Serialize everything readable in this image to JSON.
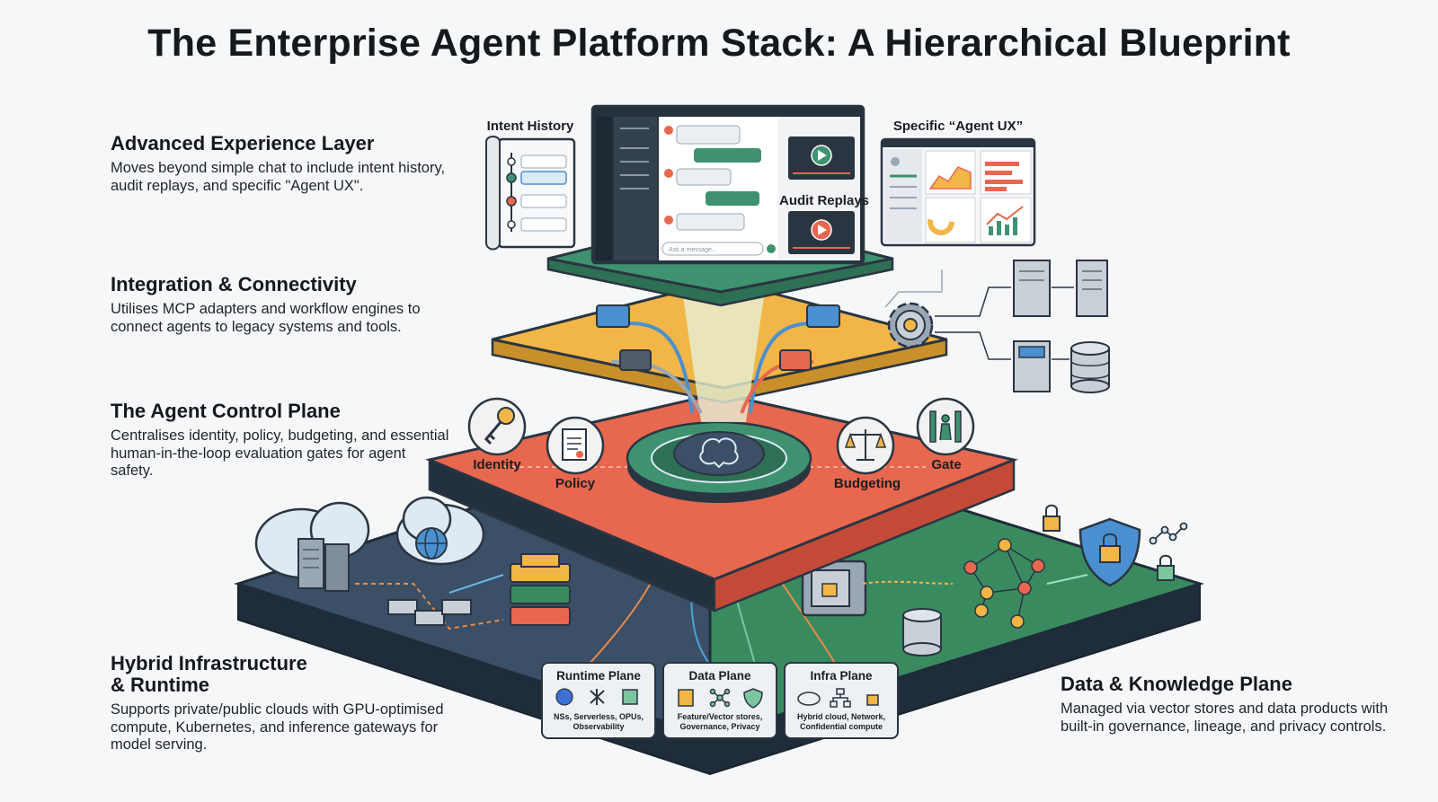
{
  "title": "The Enterprise Agent Platform Stack: A Hierarchical Blueprint",
  "layers": {
    "experience": {
      "heading": "Advanced Experience Layer",
      "description": "Moves beyond simple chat to include intent history, audit replays, and specific \"Agent UX\"."
    },
    "integration": {
      "heading": "Integration & Connectivity",
      "description": "Utilises MCP adapters and workflow engines to connect agents to legacy systems and tools."
    },
    "control": {
      "heading": "The Agent Control Plane",
      "description": "Centralises identity, policy, budgeting, and essential human-in-the-loop evaluation gates for agent safety."
    },
    "infrastructure": {
      "heading_line1": "Hybrid Infrastructure",
      "heading_line2": "& Runtime",
      "description": "Supports private/public clouds with GPU-optimised compute, Kubernetes, and inference gateways for model serving."
    },
    "data": {
      "heading": "Data & Knowledge Plane",
      "description": "Managed via vector stores and data products with built-in governance, lineage, and privacy controls."
    }
  },
  "experience_labels": {
    "intent_history": "Intent History",
    "audit_replays": "Audit Replays",
    "agent_ux": "Specific “Agent UX”",
    "chat_input_placeholder": "Ask a message..."
  },
  "control_labels": {
    "identity": "Identity",
    "policy": "Policy",
    "budgeting": "Budgeting",
    "gate": "Gate"
  },
  "planes": [
    {
      "title": "Runtime Plane",
      "line1": "NSs, Serverless, OPUs,",
      "line2": "Observability",
      "icons": [
        "kubernetes-icon",
        "flow-icon",
        "chip-icon"
      ]
    },
    {
      "title": "Data Plane",
      "line1": "Feature/Vector stores,",
      "line2": "Governance, Privacy",
      "icons": [
        "database-icon",
        "network-icon",
        "shield-icon"
      ]
    },
    {
      "title": "Infra Plane",
      "line1": "Hybrid cloud, Network,",
      "line2": "Confidential compute",
      "icons": [
        "cloud-icon",
        "hierarchy-icon",
        "lock-icon"
      ]
    }
  ],
  "colors": {
    "experience": "#3f9270",
    "integration": "#f1b647",
    "control": "#e8674f",
    "infrastructure": "#3b4f66",
    "data": "#3a8a60",
    "dark_side": "#1f2c3a"
  }
}
